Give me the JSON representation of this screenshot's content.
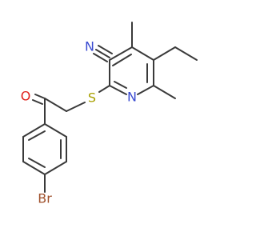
{
  "molecule": {
    "atoms": {
      "nitrile_n": {
        "symbol": "N",
        "color": "#3a4bd1"
      },
      "ring_n": {
        "symbol": "N",
        "color": "#3a4bd1"
      },
      "sulfur": {
        "symbol": "S",
        "color": "#a8a000"
      },
      "oxygen": {
        "symbol": "O",
        "color": "#e0201b"
      },
      "bromine": {
        "symbol": "Br",
        "color": "#a0522d"
      }
    },
    "bond_color": "#3a3a3a"
  }
}
